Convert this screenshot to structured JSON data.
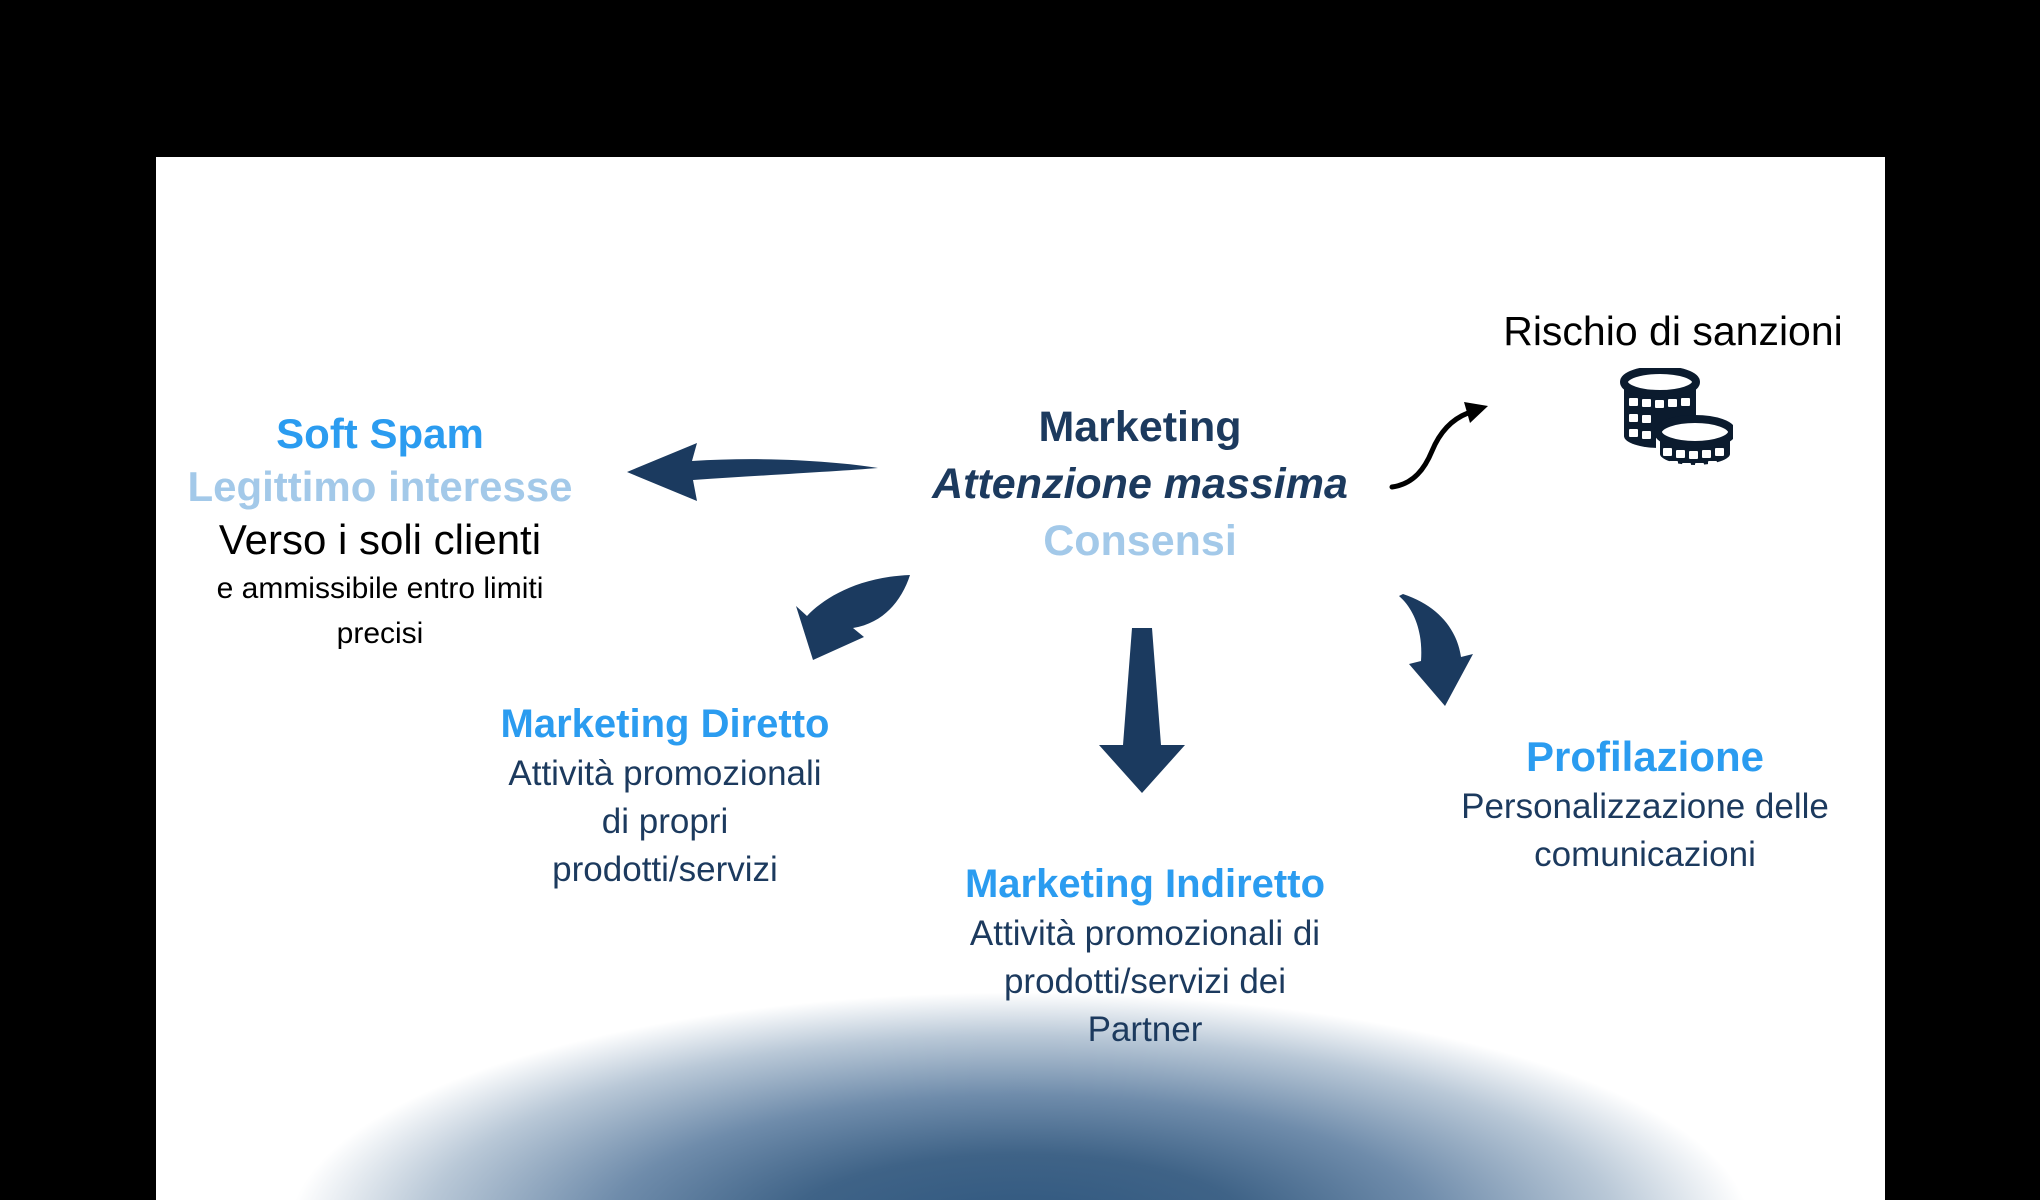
{
  "slide": {
    "type": "presentation-diagram",
    "colors": {
      "accent_blue": "#2B9CF0",
      "light_blue": "#A3C9E9",
      "navy_text": "#1C3A5E",
      "arrow_navy": "#1B3A5F",
      "icon_black": "#0B1B2E",
      "frame_black": "#000000",
      "bottom_glow_blue": "#2F577F",
      "background": "#FFFFFF"
    },
    "nodes": {
      "soft_spam": {
        "title": "Soft Spam",
        "subtitle": "Legittimo interesse",
        "line": "Verso i soli clienti",
        "note_lines": [
          "e ammissibile entro limiti",
          "precisi"
        ]
      },
      "marketing": {
        "title": "Marketing",
        "subtitle": "Attenzione massima",
        "subtitle2": "Consensi"
      },
      "rischio": {
        "label": "Rischio di sanzioni",
        "icon": "coins-icon"
      },
      "marketing_diretto": {
        "title": "Marketing Diretto",
        "body_lines": [
          "Attività promozionali",
          "di propri",
          "prodotti/servizi"
        ]
      },
      "marketing_indiretto": {
        "title": "Marketing Indiretto",
        "body_lines": [
          "Attività promozionali di",
          "prodotti/servizi dei",
          "Partner"
        ]
      },
      "profilazione": {
        "title": "Profilazione",
        "body_lines": [
          "Personalizzazione delle",
          "comunicazioni"
        ]
      }
    },
    "arrows": [
      {
        "name": "arrow-marketing-to-soft-spam",
        "style": "tapered-straight-left"
      },
      {
        "name": "arrow-marketing-to-diretto",
        "style": "curved-thick-down-left"
      },
      {
        "name": "arrow-marketing-to-indiretto",
        "style": "tapered-straight-down"
      },
      {
        "name": "arrow-marketing-to-profilazione",
        "style": "curved-thick-down-right"
      },
      {
        "name": "arrow-marketing-to-sanzioni",
        "style": "thin-s-curve-up-right"
      }
    ]
  }
}
